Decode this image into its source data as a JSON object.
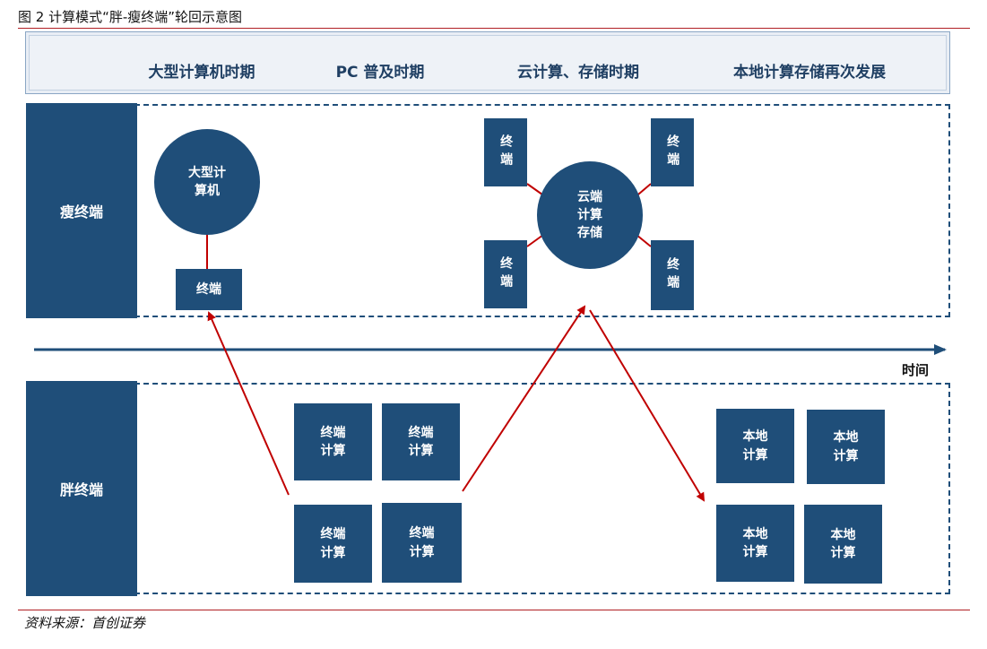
{
  "figure": {
    "title": "图 2  计算模式“胖-瘦终端”轮回示意图",
    "source": "资料来源：首创证券"
  },
  "header": {
    "eras": [
      "大型计算机时期",
      "PC 普及时期",
      "云计算、存储时期",
      "本地计算存储再次发展"
    ]
  },
  "rows": {
    "thin": "瘦终端",
    "fat": "胖终端"
  },
  "timeline": {
    "label": "时间"
  },
  "nodes": {
    "mainframe": "大型计\n算机",
    "mainframe_terminal": "终端",
    "cloud_center": "云端\n计算\n存储",
    "cloud_terminal": "终端",
    "pc_unit": "终端\n计算",
    "local_unit": "本地\n计算"
  },
  "colors": {
    "navy": "#1f4e79",
    "arrow_red": "#c00000",
    "rule_red": "#b01f24"
  }
}
